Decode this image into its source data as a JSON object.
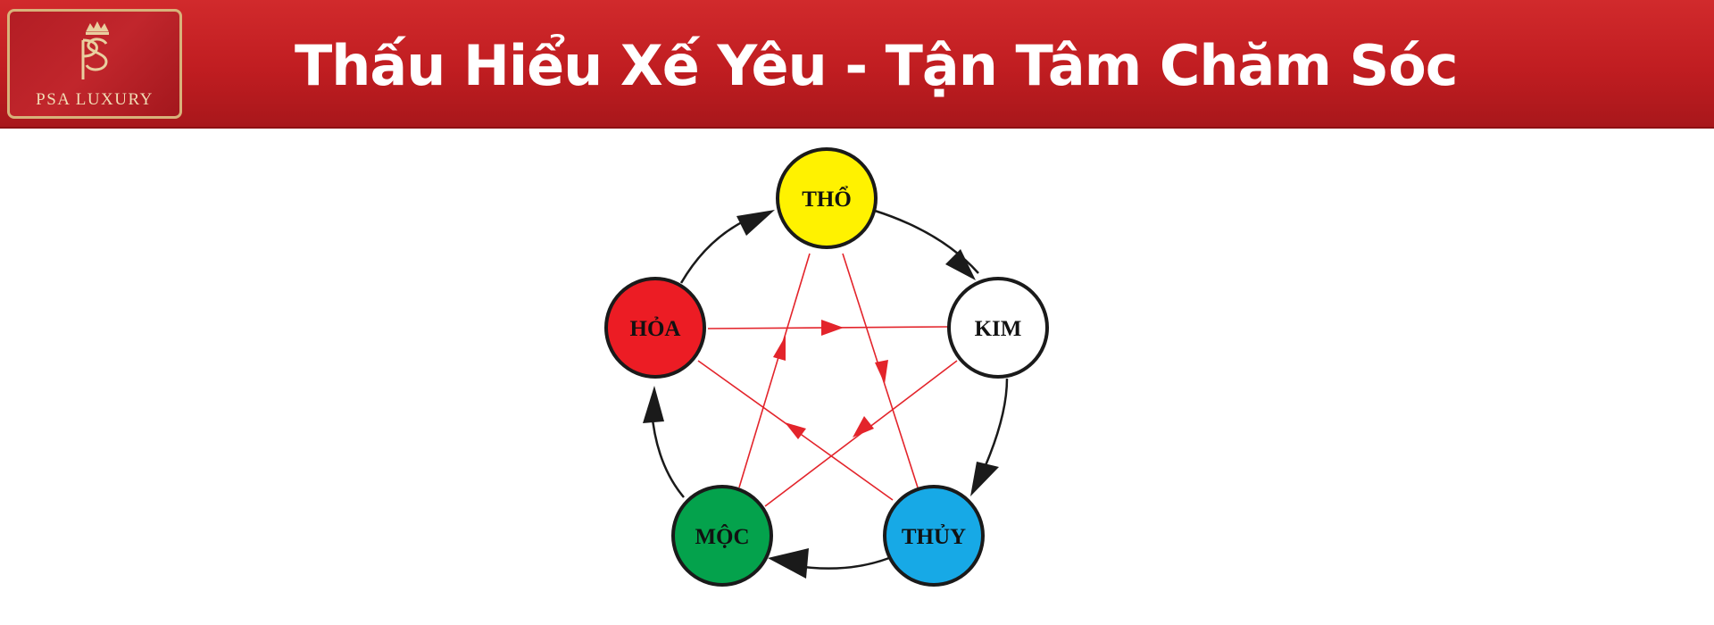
{
  "header": {
    "title": "Thấu Hiểu Xế Yêu - Tận Tâm Chăm Sóc",
    "logo_text": "PSA LUXURY",
    "background_color": "#c01d21"
  },
  "diagram": {
    "nodes": [
      {
        "id": "tho",
        "label": "THỔ",
        "color": "#fff200"
      },
      {
        "id": "kim",
        "label": "KIM",
        "color": "#ffffff"
      },
      {
        "id": "thuy",
        "label": "THỦY",
        "color": "#17a9e6"
      },
      {
        "id": "moc",
        "label": "MỘC",
        "color": "#04a24c"
      },
      {
        "id": "hoa",
        "label": "HỎA",
        "color": "#ec1c24"
      }
    ],
    "cycle_arrow_color": "#1a1a1a",
    "cross_arrow_color": "#e3242b"
  }
}
